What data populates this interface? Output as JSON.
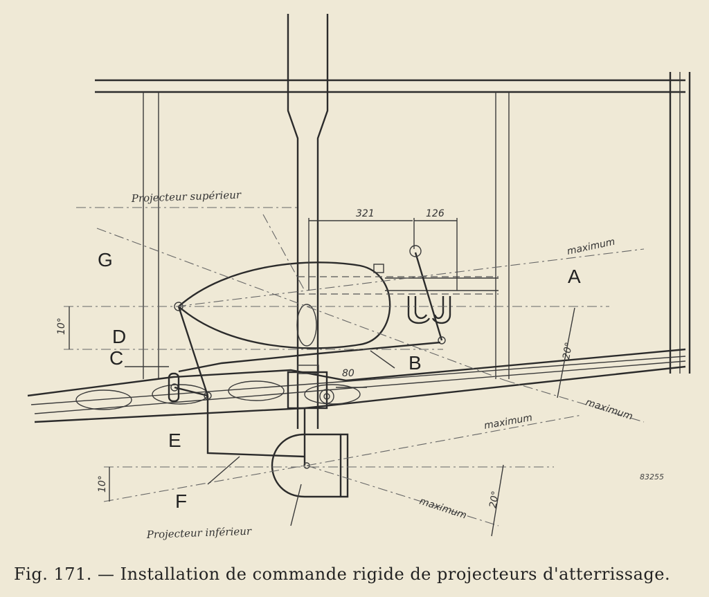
{
  "figure": {
    "caption": "Fig. 171. — Installation de commande rigide de projecteurs d'atterrissage.",
    "stamp": "83255"
  },
  "labels": {
    "A": "A",
    "B": "B",
    "C": "C",
    "D": "D",
    "E": "E",
    "F": "F",
    "G": "G"
  },
  "annotations": {
    "projecteur_superieur": "Projecteur supérieur",
    "projecteur_inferieur": "Projecteur inférieur",
    "maximum": "maximum"
  },
  "dimensions": {
    "d321": "321",
    "d126": "126",
    "d80": "80",
    "angle_10": "10°",
    "angle_20": "20°"
  }
}
